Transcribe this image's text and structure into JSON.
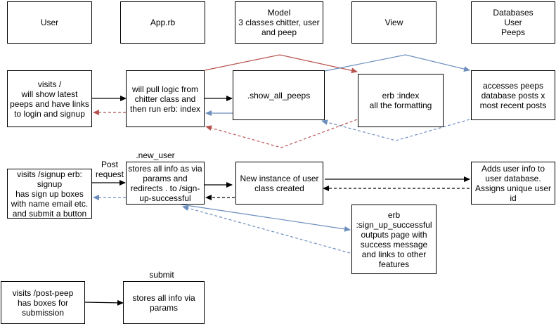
{
  "headers": {
    "user": "User",
    "app": "App.rb",
    "model": "Model\n3 classes chitter, user\nand peep",
    "view": "View",
    "databases": "Databases\nUser\nPeeps"
  },
  "row1": {
    "user_visit": "visits /\nwill show latest\npeeps and have links\nto login and signup",
    "app_logic": "will pull logic from\nchitter class and\nthen run erb: index",
    "model_method": ".show_all_peeps",
    "view_erb": "erb :index\nall the formatting",
    "db_access": "accesses peeps\ndatabase posts x\nmost recent posts"
  },
  "row2": {
    "user_signup": "visits /signup erb:\nsignup\nhas sign up boxes\nwith name email etc.\nand submit a button",
    "post_request_label": "Post\nrequest",
    "new_user_label": ".new_user",
    "app_store": "stores all info as via\nparams and\nredirects . to /sign-\nup-successful",
    "model_instance": "New instance of user\nclass created",
    "db_add": "Adds user info to\nuser database.\nAssigns unique user\nid",
    "view_success": "erb\n:sign_up_successful\noutputs page with\nsuccess message\nand links to other\nfeatures"
  },
  "row3": {
    "user_post": "visits /post-peep\nhas boxes for\nsubmission",
    "submit_label": "submit",
    "app_store_peep": "stores all info via\nparams"
  },
  "colors": {
    "red_arrow": "#b85450",
    "blue_arrow": "#6c8ebf",
    "black_arrow": "#000000"
  }
}
